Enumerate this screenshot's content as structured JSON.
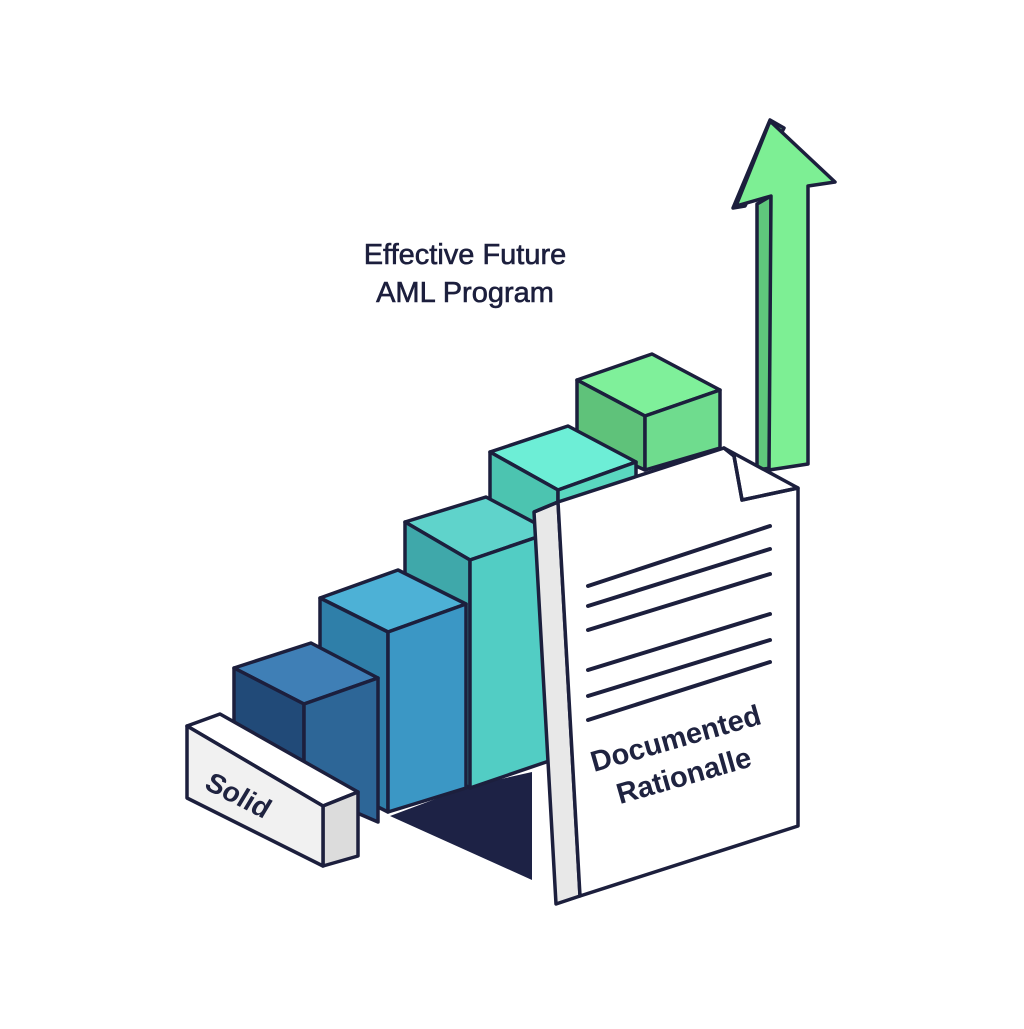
{
  "headline": {
    "line1": "Effective Future",
    "line2": "AML Program"
  },
  "label_block": {
    "text": "Solid"
  },
  "document": {
    "title_line1": "Documented",
    "title_line2": "Rationalle",
    "text_lines": 6
  },
  "staircase": {
    "steps": 5,
    "step_colors": [
      "#2f5f92",
      "#3a8fc0",
      "#47bcc6",
      "#5fdcc4",
      "#79e99a"
    ]
  },
  "arrow": {
    "direction": "up",
    "color": "#7def94"
  },
  "colors": {
    "outline": "#1c1f3d",
    "shadow": "#1d2245",
    "paper": "#ffffff"
  }
}
